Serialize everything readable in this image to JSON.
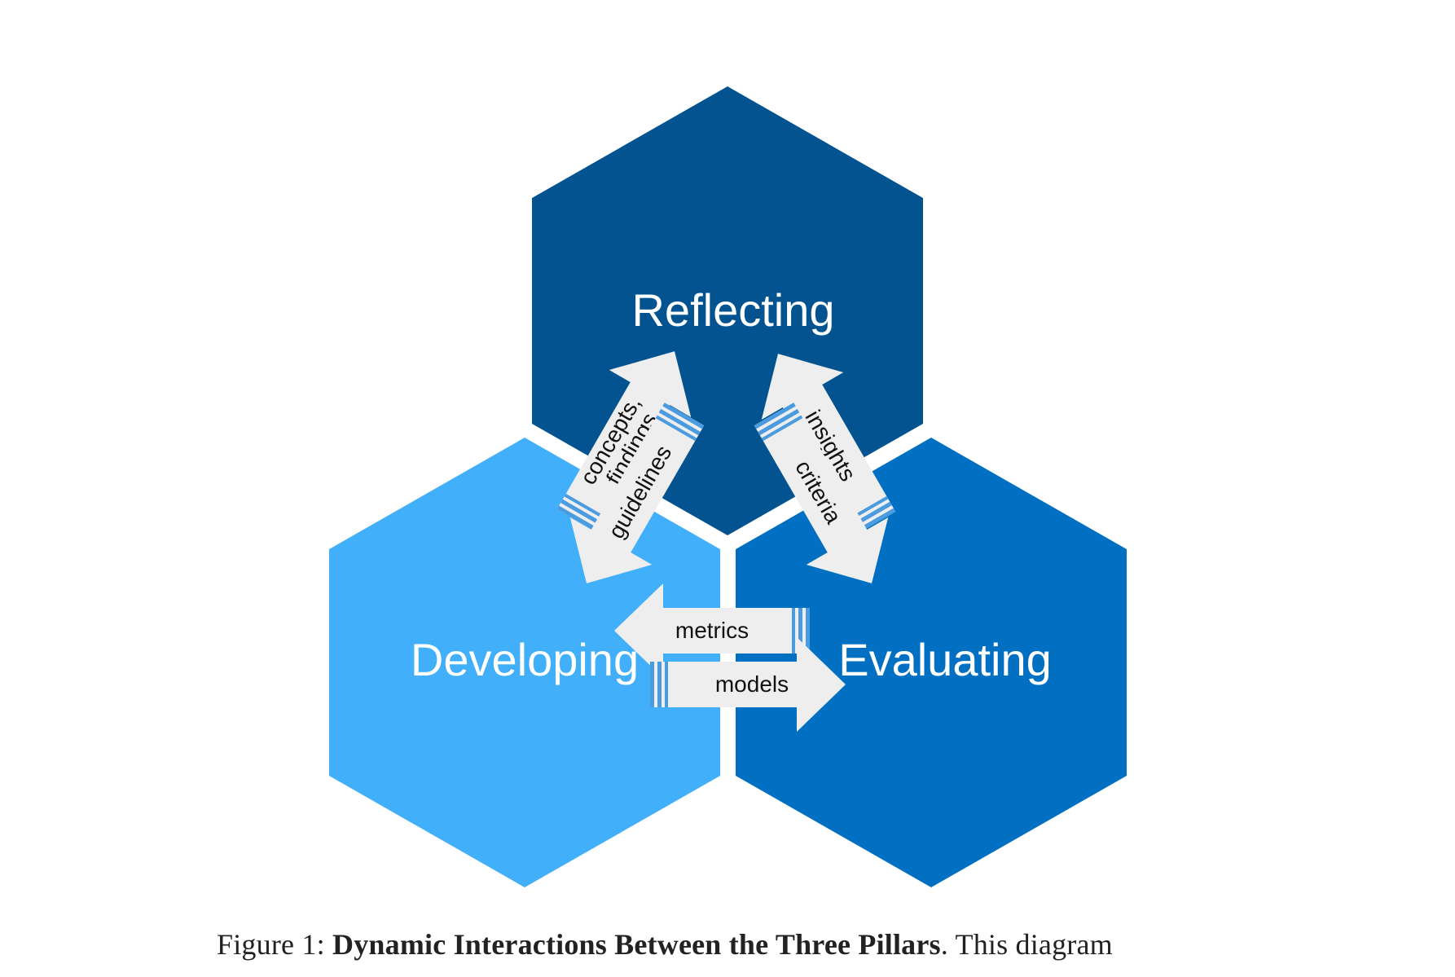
{
  "diagram": {
    "pillars": {
      "reflecting": {
        "label": "Reflecting",
        "color": "#02538F"
      },
      "developing": {
        "label": "Developing",
        "color": "#42AFFA"
      },
      "evaluating": {
        "label": "Evaluating",
        "color": "#0170C2"
      }
    },
    "arrows": {
      "concepts_findings": [
        "concepts,",
        "findings"
      ],
      "guidelines": "guidelines",
      "insights": "insights",
      "criteria": "criteria",
      "metrics": "metrics",
      "models": "models"
    },
    "arrow_color": "#EEEEEE"
  },
  "caption": {
    "prefix": "Figure 1: ",
    "title": "Dynamic Interactions Between the Three Pillars",
    "rest": ". This diagram"
  }
}
